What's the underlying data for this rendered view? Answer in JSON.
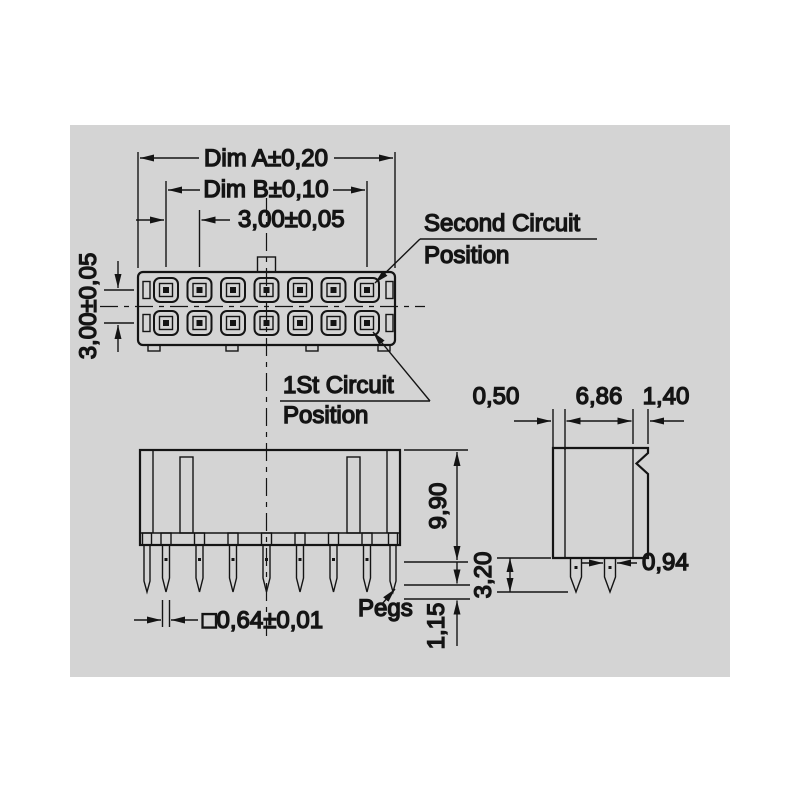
{
  "top_view": {
    "dim_a": "Dim A±0,20",
    "dim_b": "Dim B±0,10",
    "pitch": "3,00±0,05",
    "row_pitch": "3,00±0,05",
    "second_circuit_1": "Second Circuit",
    "second_circuit_2": "Position",
    "first_circuit_1": "1St Circuit",
    "first_circuit_2": "Position"
  },
  "front_view": {
    "height": "9,90",
    "tail": "1,15",
    "pegs": "Pegs",
    "pin_square": "□0,64±0,01"
  },
  "side_view": {
    "w_left": "0,50",
    "w_mid": "6,86",
    "w_right": "1,40",
    "h_pin": "3,20",
    "pin_w": "0,94"
  },
  "colors": {
    "page": "#ffffff",
    "canvas": "#d4d4d4",
    "ink": "#141414"
  }
}
